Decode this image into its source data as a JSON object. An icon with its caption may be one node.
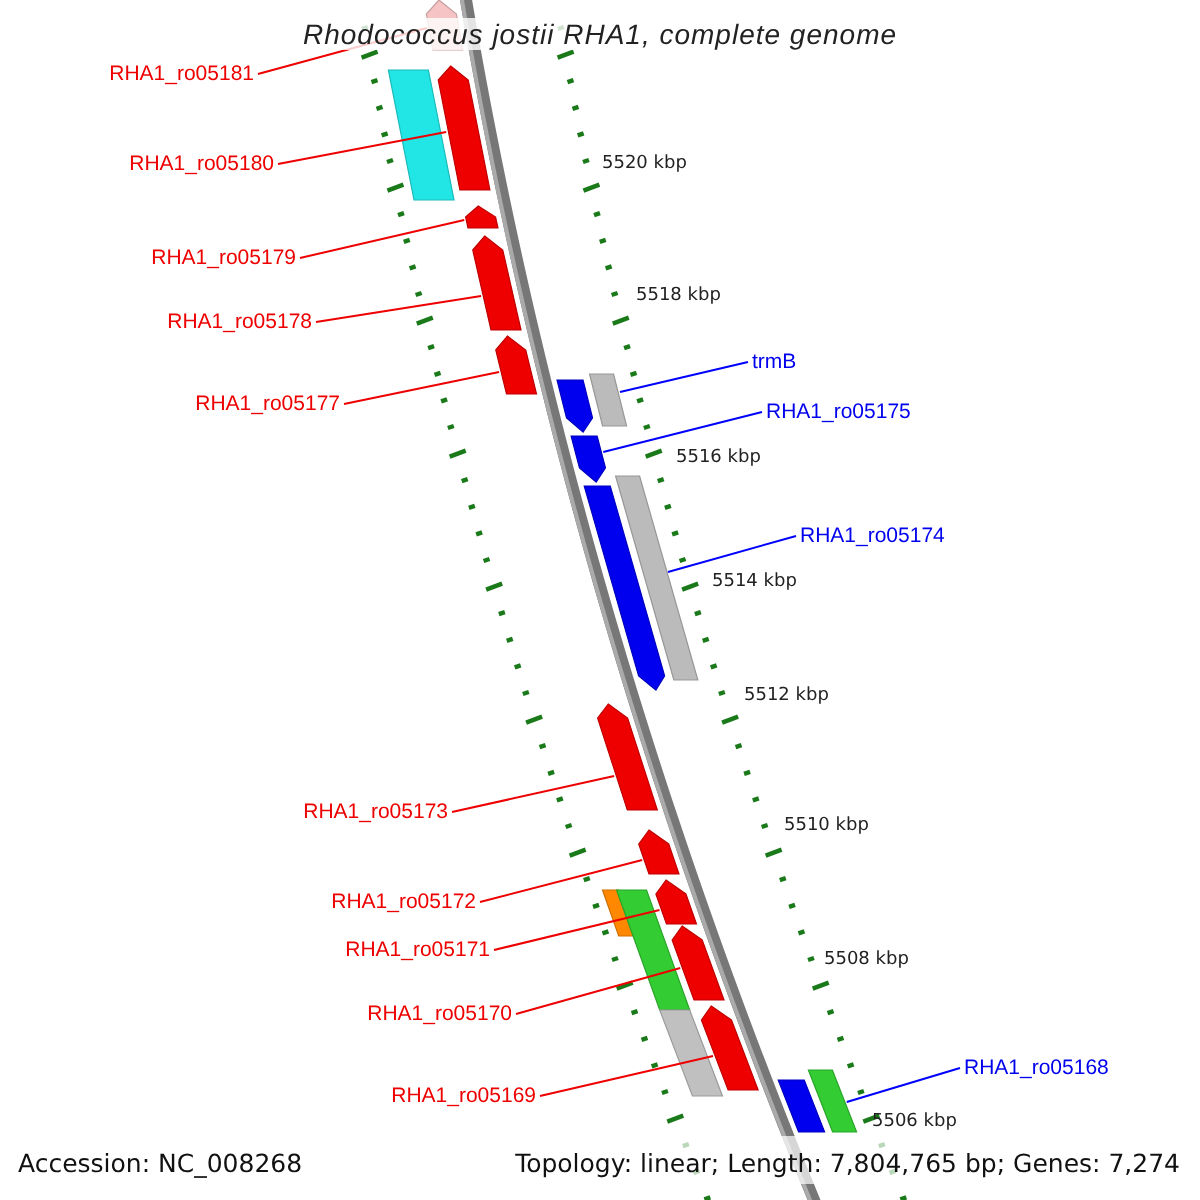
{
  "diagram": {
    "title": "Rhodococcus jostii RHA1, complete genome",
    "nodes": [
      {
        "text": [
          "RHA1_ro05181"
        ]
      },
      {
        "text": [
          "RHA1_ro05180"
        ]
      },
      {
        "text": [
          "RHA1_ro05179"
        ]
      },
      {
        "text": [
          "RHA1_ro05178"
        ]
      },
      {
        "text": [
          "RHA1_ro05177"
        ]
      },
      {
        "text": [
          "trmB"
        ]
      },
      {
        "text": [
          "RHA1_ro05175"
        ]
      },
      {
        "text": [
          "RHA1_ro05174"
        ]
      },
      {
        "text": [
          "RHA1_ro05173"
        ]
      },
      {
        "text": [
          "RHA1_ro05172"
        ]
      },
      {
        "text": [
          "RHA1_ro05171"
        ]
      },
      {
        "text": [
          "RHA1_ro05170"
        ]
      },
      {
        "text": [
          "RHA1_ro05169"
        ]
      },
      {
        "text": [
          "RHA1_ro05168"
        ]
      },
      {
        "text": [],
        "shape": "pentagon"
      },
      {
        "text": [],
        "shape": "pentagon"
      },
      {
        "text": [],
        "shape": "bar"
      },
      {
        "text": [],
        "shape": "pentagon"
      },
      {
        "text": [],
        "shape": "pentagon"
      },
      {
        "text": [],
        "shape": "pentagon"
      },
      {
        "text": [],
        "shape": "bar"
      },
      {
        "text": [],
        "shape": "pentagon"
      },
      {
        "text": [],
        "shape": "pentagon"
      },
      {
        "text": [],
        "shape": "bar"
      },
      {
        "text": [],
        "shape": "pentagon"
      },
      {
        "text": [],
        "shape": "pentagon"
      },
      {
        "text": [],
        "shape": "pentagon"
      },
      {
        "text": [],
        "shape": "pentagon"
      },
      {
        "text": [],
        "shape": "bar"
      },
      {
        "text": [],
        "shape": "bar"
      },
      {
        "text": [],
        "shape": "pentagon"
      },
      {
        "text": [],
        "shape": "pentagon"
      },
      {
        "text": [],
        "shape": "bar"
      },
      {
        "text": [],
        "shape": "bar"
      },
      {
        "text": [],
        "shape": "bar"
      }
    ],
    "edges": [
      {
        "from": 0,
        "to": 14,
        "arrow": "none"
      },
      {
        "from": 1,
        "to": 15,
        "arrow": "none"
      },
      {
        "from": 2,
        "to": 17,
        "arrow": "none"
      },
      {
        "from": 3,
        "to": 18,
        "arrow": "none"
      },
      {
        "from": 4,
        "to": 19,
        "arrow": "none"
      },
      {
        "from": 5,
        "to": 20,
        "arrow": "none",
        "color": "#0000ff"
      },
      {
        "from": 6,
        "to": 22,
        "arrow": "none",
        "color": "#0000ff"
      },
      {
        "from": 7,
        "to": 23,
        "arrow": "none",
        "color": "#0000ff"
      },
      {
        "from": 8,
        "to": 25,
        "arrow": "none"
      },
      {
        "from": 9,
        "to": 26,
        "arrow": "none"
      },
      {
        "from": 10,
        "to": 27,
        "arrow": "none"
      },
      {
        "from": 11,
        "to": 30,
        "arrow": "none"
      },
      {
        "from": 12,
        "to": 31,
        "arrow": "none"
      },
      {
        "from": 13,
        "to": 33,
        "arrow": "none",
        "color": "#0000ff"
      }
    ],
    "labels": [
      "5520 kbp",
      "5518 kbp",
      "5516 kbp",
      "5514 kbp",
      "5512 kbp",
      "5510 kbp",
      "5508 kbp",
      "5506 kbp",
      "Accession: NC_008268",
      "Topology: linear; Length: 7,804,765 bp; Genes: 7,274"
    ]
  }
}
